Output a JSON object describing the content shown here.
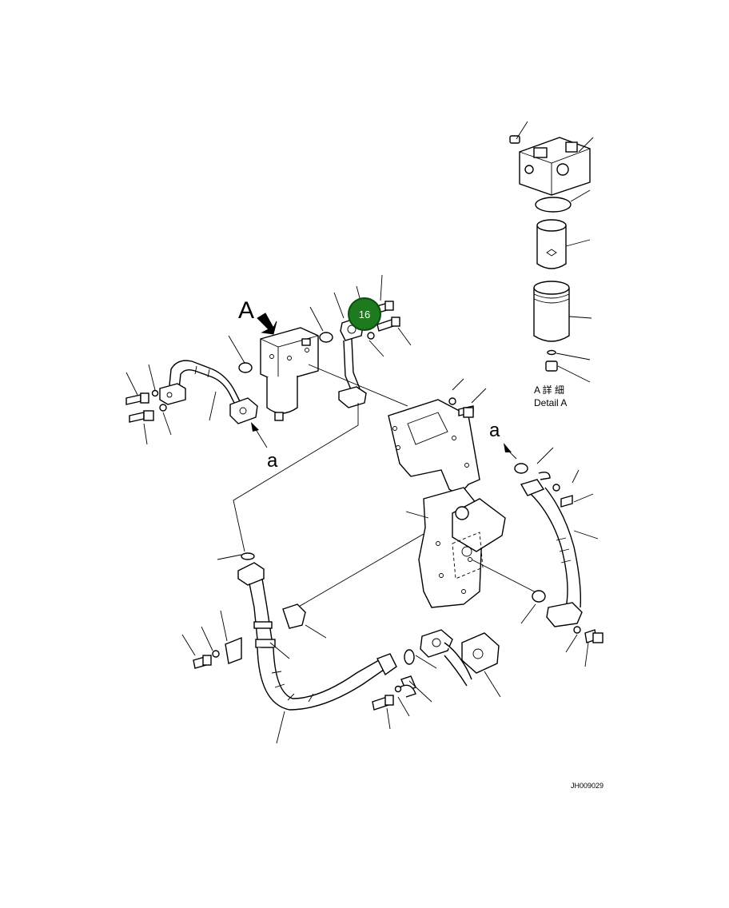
{
  "drawing": {
    "view_letter": "A",
    "connection_label_left": "a",
    "connection_label_right": "a",
    "detail_caption_jp": "A 詳 細",
    "detail_caption_en": "Detail A",
    "drawing_number": "JH009029"
  },
  "callout": {
    "number": "16",
    "color": "#1e7a1e"
  }
}
